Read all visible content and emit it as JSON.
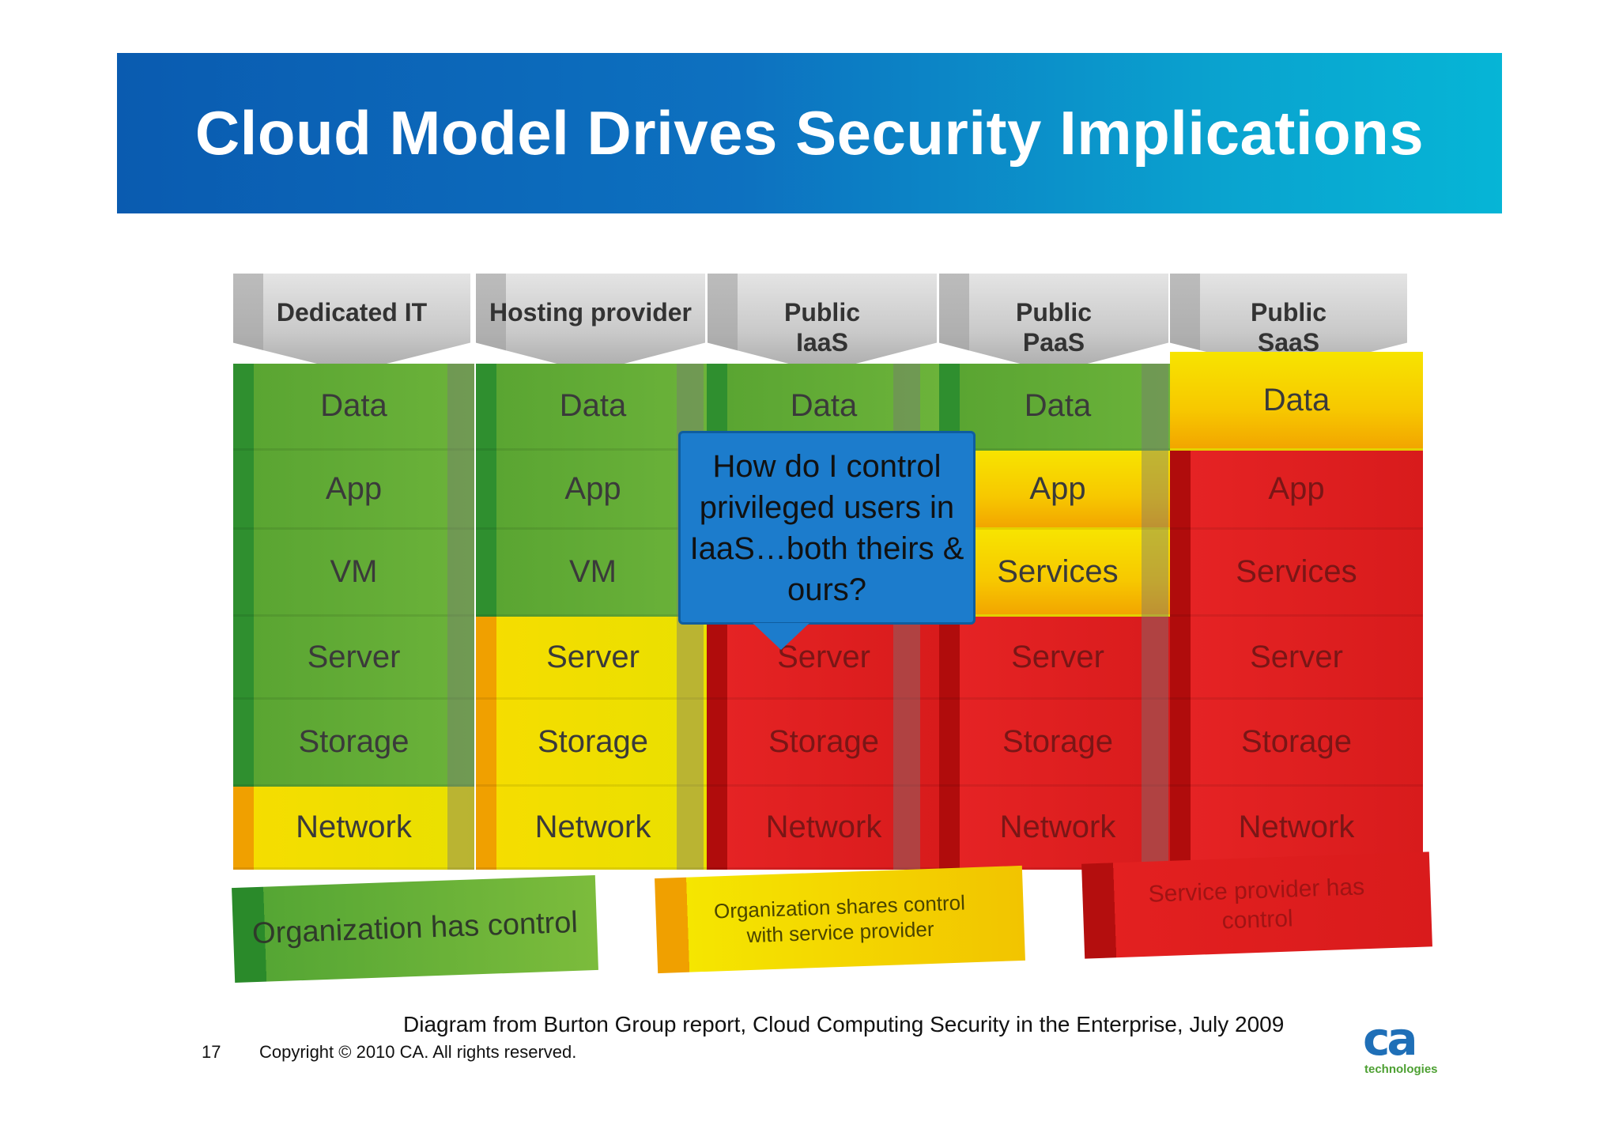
{
  "title": "Cloud Model Drives Security Implications",
  "columns": [
    {
      "header": "Dedicated IT",
      "layers": [
        "Data",
        "App",
        "VM",
        "Server",
        "Storage",
        "Network"
      ]
    },
    {
      "header": "Hosting provider",
      "layers": [
        "Data",
        "App",
        "VM",
        "Server",
        "Storage",
        "Network"
      ]
    },
    {
      "header": "Public\nIaaS",
      "layers": [
        "Data",
        "",
        "",
        "Server",
        "Storage",
        "Network"
      ]
    },
    {
      "header": "Public\nPaaS",
      "layers": [
        "Data",
        "App",
        "Services",
        "Server",
        "Storage",
        "Network"
      ]
    },
    {
      "header": "Public\nSaaS",
      "layers": [
        "Data",
        "App",
        "Services",
        "Server",
        "Storage",
        "Network"
      ]
    }
  ],
  "legend": {
    "green": "Organization has control",
    "yellow": "Organization shares control with service provider",
    "red": "Service provider has control"
  },
  "callout": "How do I control privileged users in IaaS…both theirs & ours?",
  "colors": {
    "green": "#5aa532",
    "yellow": "#f5dd00",
    "red": "#e52324",
    "banner": "#0d71c0"
  },
  "footer": {
    "caption": "Diagram from Burton Group report, Cloud Computing Security in the Enterprise, July 2009",
    "page_number": "17",
    "copyright": "Copyright © 2010 CA. All rights reserved.",
    "logo_mark": "ca",
    "logo_text": "technologies"
  }
}
